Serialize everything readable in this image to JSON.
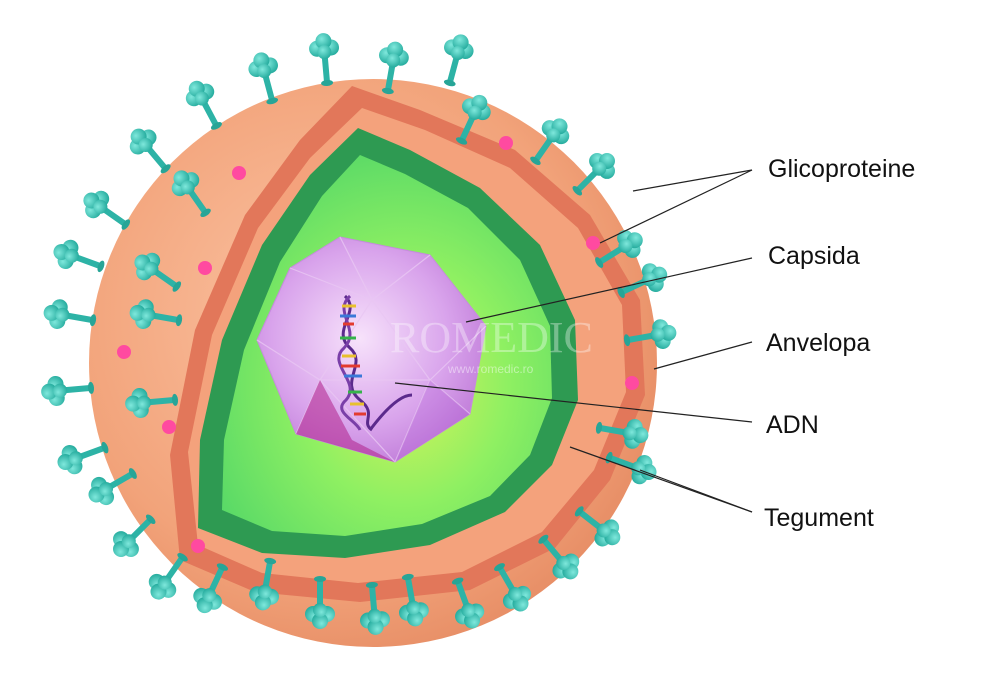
{
  "labels": {
    "glicoproteine": "Glicoproteine",
    "capsida": "Capsida",
    "anvelopa": "Anvelopa",
    "adn": "ADN",
    "tegument": "Tegument"
  },
  "watermark": {
    "brand": "ROMEDIC",
    "url": "www.romedic.ro"
  },
  "colors": {
    "envelope": "#f2a37a",
    "envelope_cut": "#e07456",
    "tegument_dark": "#2e9a52",
    "tegument_light": "#7fea6a",
    "capsid": "#c98be0",
    "glycoprotein": "#3cc4b6",
    "glycoprotein_pink": "#ff4aa0",
    "leader_line": "#222222"
  },
  "icons": {
    "dna": "dna-helix-icon",
    "glycoprotein": "glycoprotein-spike-icon"
  }
}
